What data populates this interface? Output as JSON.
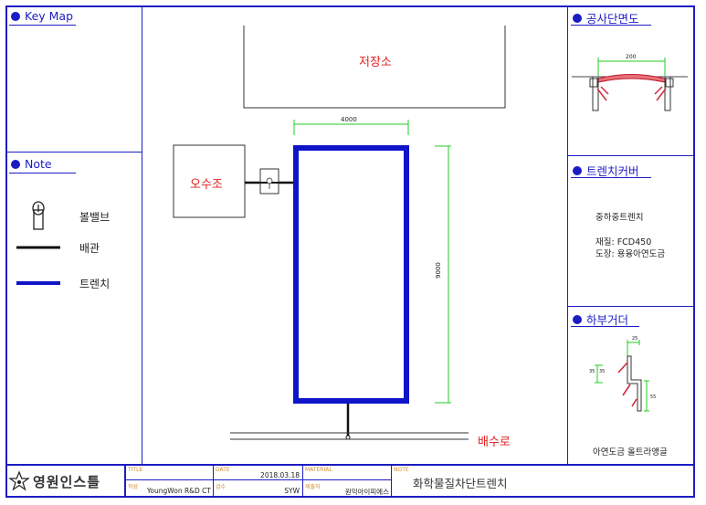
{
  "panels": {
    "keymap": {
      "title": "Key Map"
    },
    "note": {
      "title": "Note",
      "legend": [
        {
          "label": "볼밸브",
          "icon": "ball-valve-icon"
        },
        {
          "label": "배관",
          "icon": "pipe-line-icon"
        },
        {
          "label": "트렌치",
          "icon": "trench-line-icon"
        }
      ]
    },
    "section": {
      "title": "공사단면도",
      "dim": "200"
    },
    "cover": {
      "title": "트렌치커버",
      "line1": "중하중트렌치",
      "line2": "재질: FCD450",
      "line3": "도장: 용융아연도금"
    },
    "girder": {
      "title": "하부거더",
      "caption": "아연도금 올트라앵글",
      "dims": [
        "25",
        "35",
        "35",
        "55"
      ]
    }
  },
  "drawing": {
    "storage_label": "저장소",
    "tank_label": "오수조",
    "drain_label": "배수로",
    "width_dim": "4000",
    "height_dim": "9000"
  },
  "title_block": {
    "company": "영원인스틀",
    "logo_icon": "star-logo-icon",
    "title_label": "TITLE",
    "date_label": "DATE",
    "material_label": "MATERIAL",
    "note_label": "NOTE",
    "author_label": "작성",
    "check_label": "검수",
    "supplier_label": "제출처",
    "author": "YoungWon R&D CT",
    "date": "2018.03.18",
    "checker": "SYW",
    "supplier": "원익아이피에스",
    "note": "화학물질차단트렌치"
  },
  "colors": {
    "frame": "#1c1cc4",
    "trench": "#0f14c8",
    "dimension": "#22cc22",
    "label_red": "#e0201f",
    "label_orange": "#d38b2c"
  }
}
